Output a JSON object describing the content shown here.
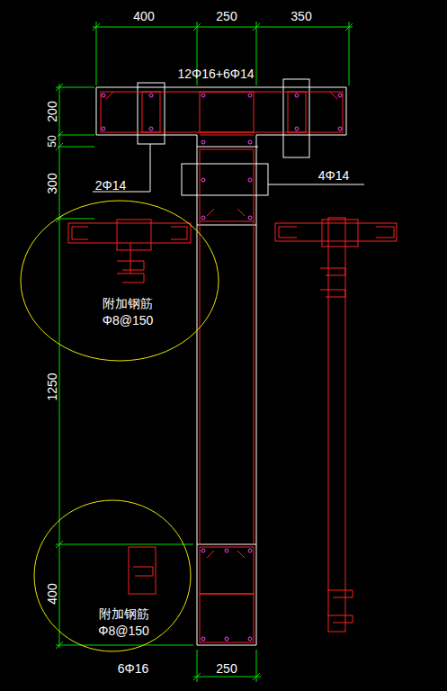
{
  "diagram": {
    "nodes": [
      {
        "text": [
          "附加钢筋",
          "Φ8@150"
        ]
      },
      {
        "text": [
          "附加钢筋",
          "Φ8@150"
        ]
      }
    ],
    "labels": [
      "400",
      "250",
      "350",
      "12Φ16+6Φ14",
      "200",
      "50",
      "300",
      "2Φ14",
      "4Φ14",
      "1250",
      "400",
      "6Φ16",
      "250"
    ]
  }
}
